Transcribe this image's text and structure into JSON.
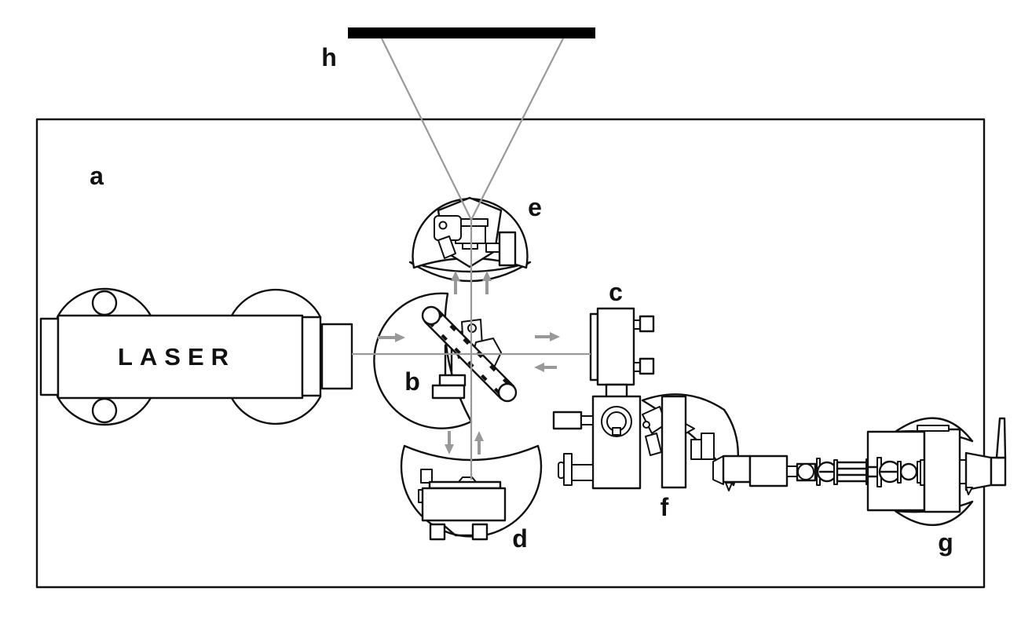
{
  "diagram": {
    "description": "Top view schematic of a laser interferometer breadboard setup",
    "laser_label": "LASER",
    "part_labels": {
      "board": "a",
      "beam_splitter": "b",
      "mirror_c": "c",
      "mirror_d": "d",
      "mirror_e": "e",
      "translator_f": "f",
      "stage_g": "g",
      "screen_h": "h"
    },
    "colors": {
      "outline": "#111111",
      "beam": "#999999",
      "screen": "#000000",
      "background": "#ffffff"
    }
  }
}
